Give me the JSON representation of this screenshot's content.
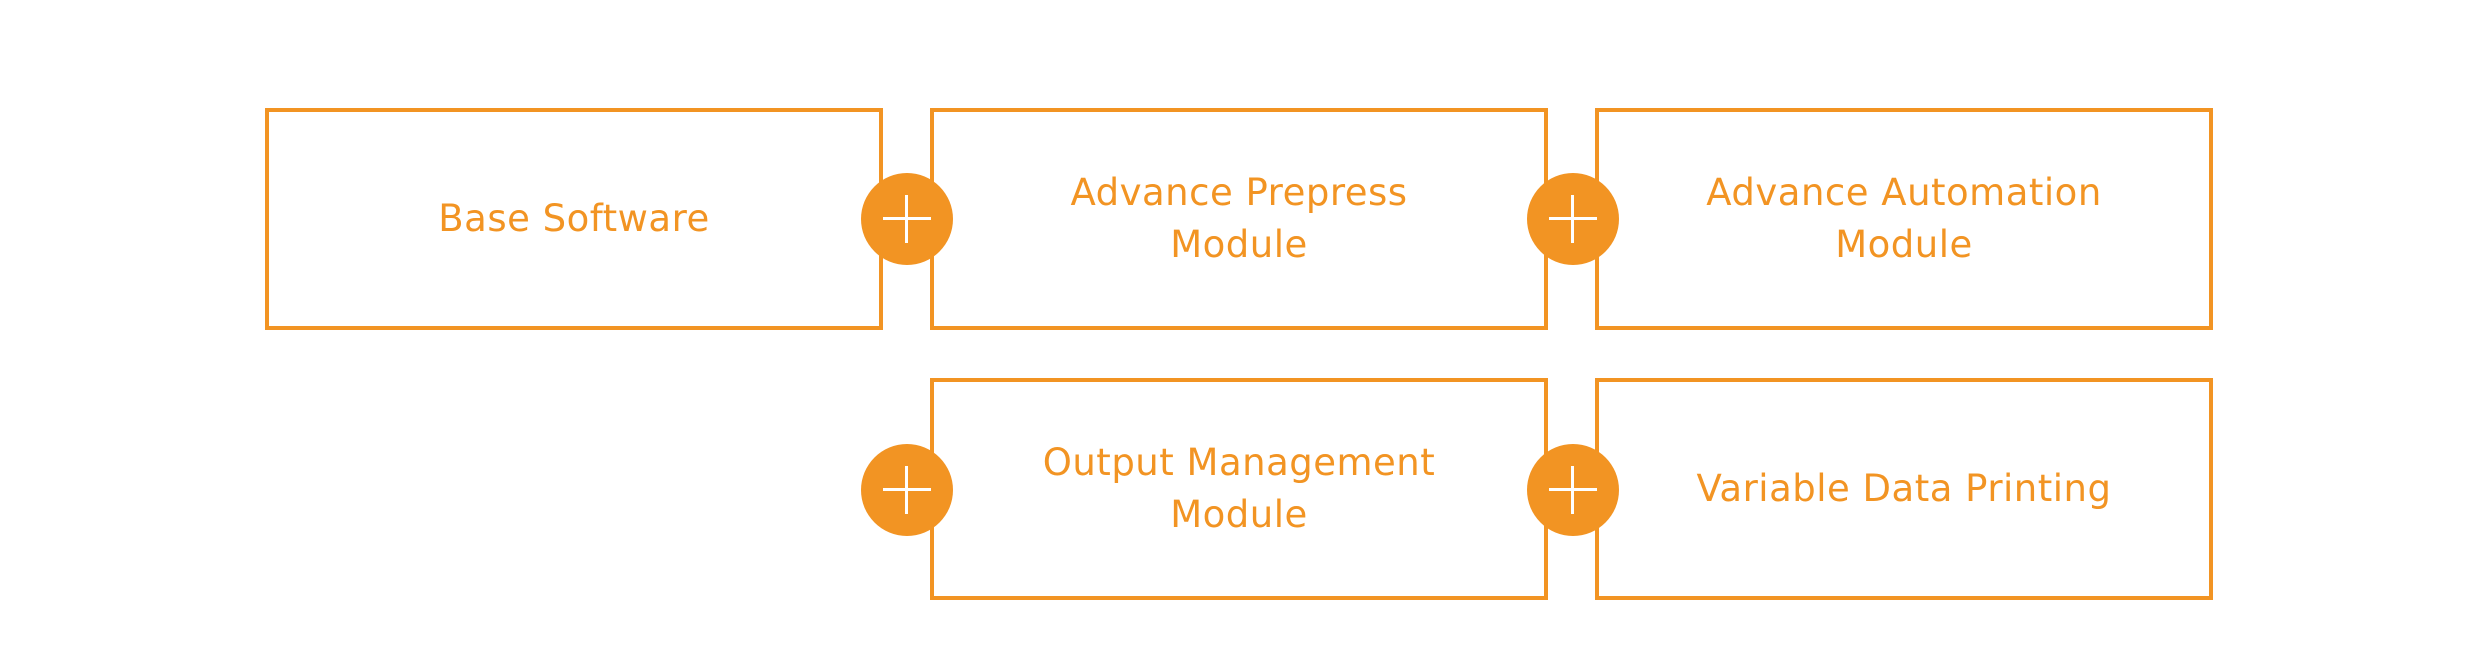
{
  "colors": {
    "accent": "#f29423",
    "background": "#ffffff"
  },
  "modules": [
    {
      "label": "Base Software"
    },
    {
      "label": "Advance Prepress\nModule"
    },
    {
      "label": "Advance Automation\nModule"
    },
    {
      "label": "Output Management\nModule"
    },
    {
      "label": "Variable Data Printing"
    }
  ],
  "connectors": [
    {
      "icon": "plus-icon"
    },
    {
      "icon": "plus-icon"
    },
    {
      "icon": "plus-icon"
    },
    {
      "icon": "plus-icon"
    }
  ]
}
